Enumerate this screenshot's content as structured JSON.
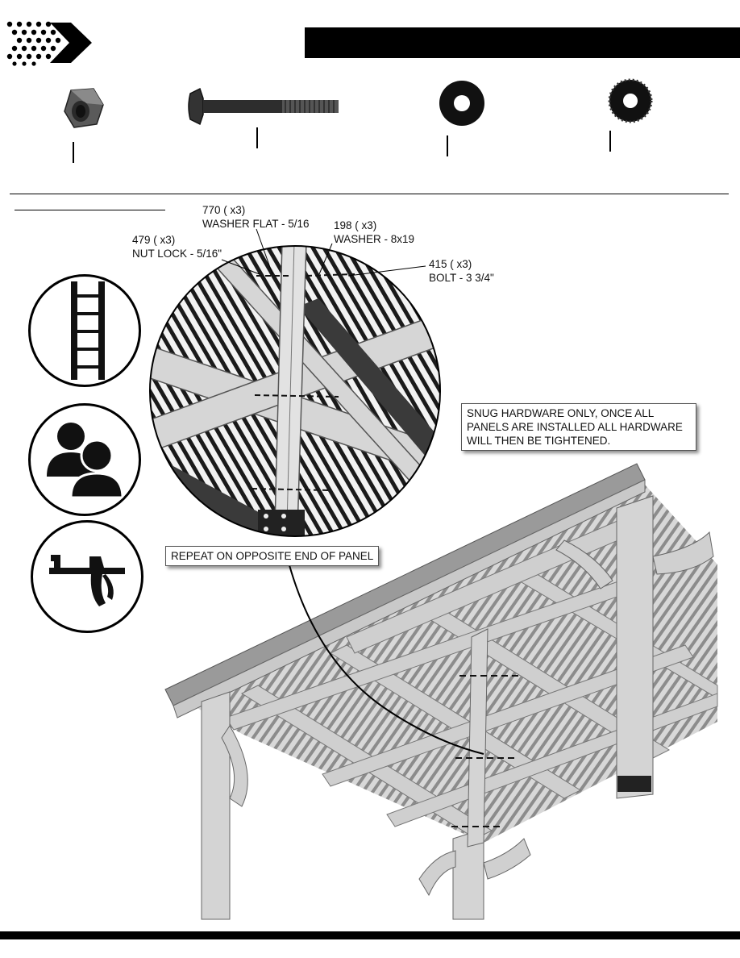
{
  "header": {
    "bar_color": "#000000"
  },
  "hardware": [
    {
      "callout_num": "479",
      "qty": "( x3)",
      "name": "NUT LOCK - 5/16\"",
      "icon": "lock-nut-icon"
    },
    {
      "callout_num": "770",
      "qty": "( x3)",
      "name": "WASHER FLAT - 5/16",
      "icon": "flat-washer-icon"
    },
    {
      "callout_num": "198",
      "qty": "( x3)",
      "name": "WASHER - 8x19",
      "icon": "rubber-washer-icon"
    },
    {
      "callout_num": "415",
      "qty": "( x3)",
      "name": "BOLT - 3 3/4\"",
      "icon": "carriage-bolt-icon"
    }
  ],
  "notes": {
    "snug": "SNUG HARDWARE ONLY, ONCE ALL\nPANELS ARE INSTALLED ALL HARDWARE\nWILL THEN BE TIGHTENED.",
    "repeat": "REPEAT ON OPPOSITE END OF PANEL"
  },
  "tools": [
    "ladder-icon",
    "two-people-icon",
    "clamp-icon"
  ]
}
